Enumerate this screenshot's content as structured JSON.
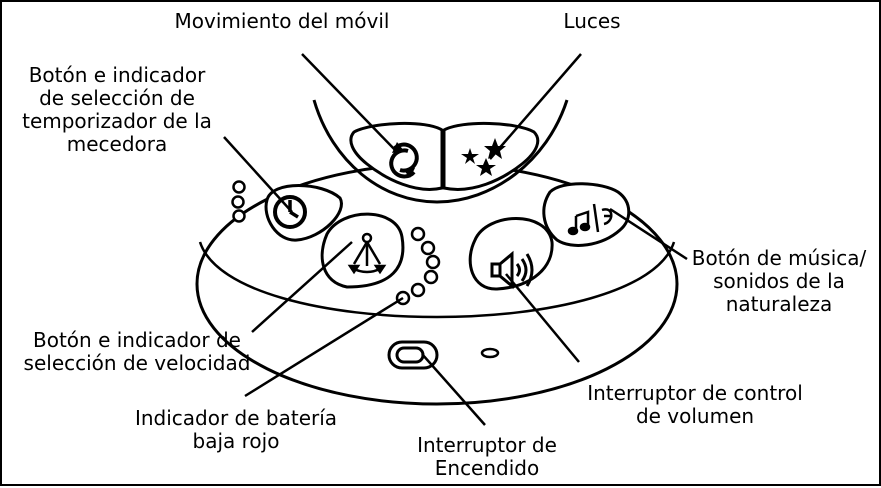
{
  "labels": {
    "mobile_movement": "Movimiento del móvil",
    "lights": "Luces",
    "timer_button": "Botón e indicador\nde selección de\ntemporizador de la\nmecedora",
    "music_button": "Botón de música/\nsonidos de la\nnaturaleza",
    "speed_button": "Botón e indicador de\nselección de velocidad",
    "battery_indicator": "Indicador de batería\nbaja rojo",
    "volume_switch": "Interruptor de control\nde volumen",
    "power_switch": "Interruptor de\nEncendido"
  },
  "icons": {
    "mobile": "rotate-arrows-icon",
    "lights": "stars-icon",
    "timer": "clock-icon",
    "speed": "swing-speed-icon",
    "volume": "speaker-icon",
    "music": "music-note-icon"
  },
  "colors": {
    "ink": "#000000",
    "background": "#ffffff"
  }
}
